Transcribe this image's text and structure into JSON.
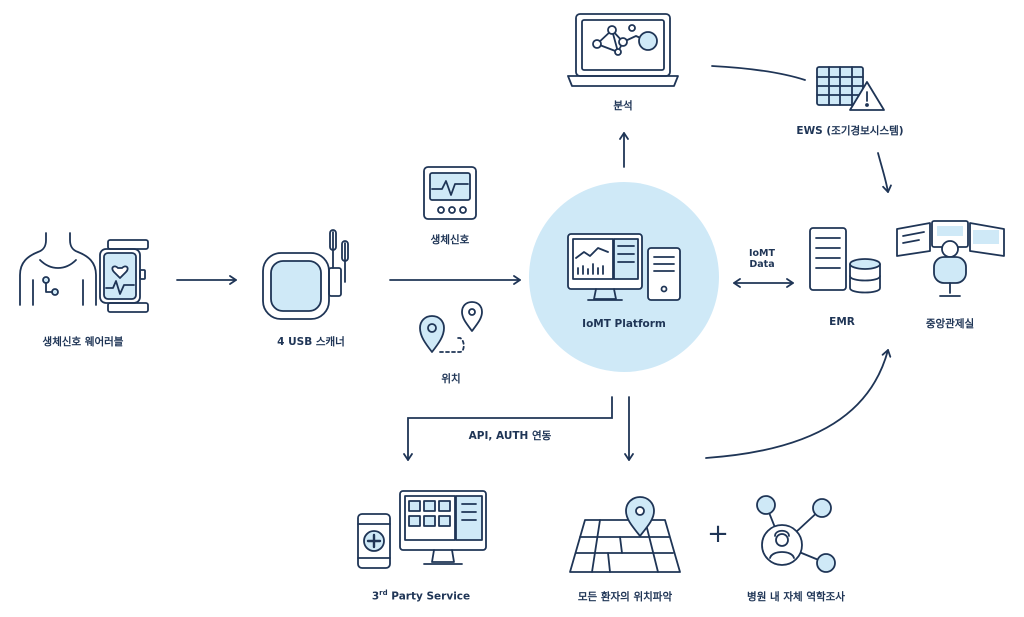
{
  "labels": {
    "wearable": "생체신호 웨어러블",
    "scanner": "4 USB 스캐너",
    "vital": "생체신호",
    "location": "위치",
    "platform": "IoMT Platform",
    "analysis": "분석",
    "ews": "EWS (조기경보시스템)",
    "iomt_data_line1": "IoMT",
    "iomt_data_line2": "Data",
    "emr": "EMR",
    "control_room": "중앙관제실",
    "api_auth": "API, AUTH 연동",
    "third_party_prefix": "3",
    "third_party_sup": "rd",
    "third_party_suffix": " Party Service",
    "patient_location": "모든 환자의 위치파악",
    "plus": "+",
    "epidemiology": "병원 내 자체 역학조사"
  },
  "colors": {
    "line": "#1f3556",
    "accent_fill": "#cfe9f7",
    "circle_bg": "#cfe9f7"
  }
}
